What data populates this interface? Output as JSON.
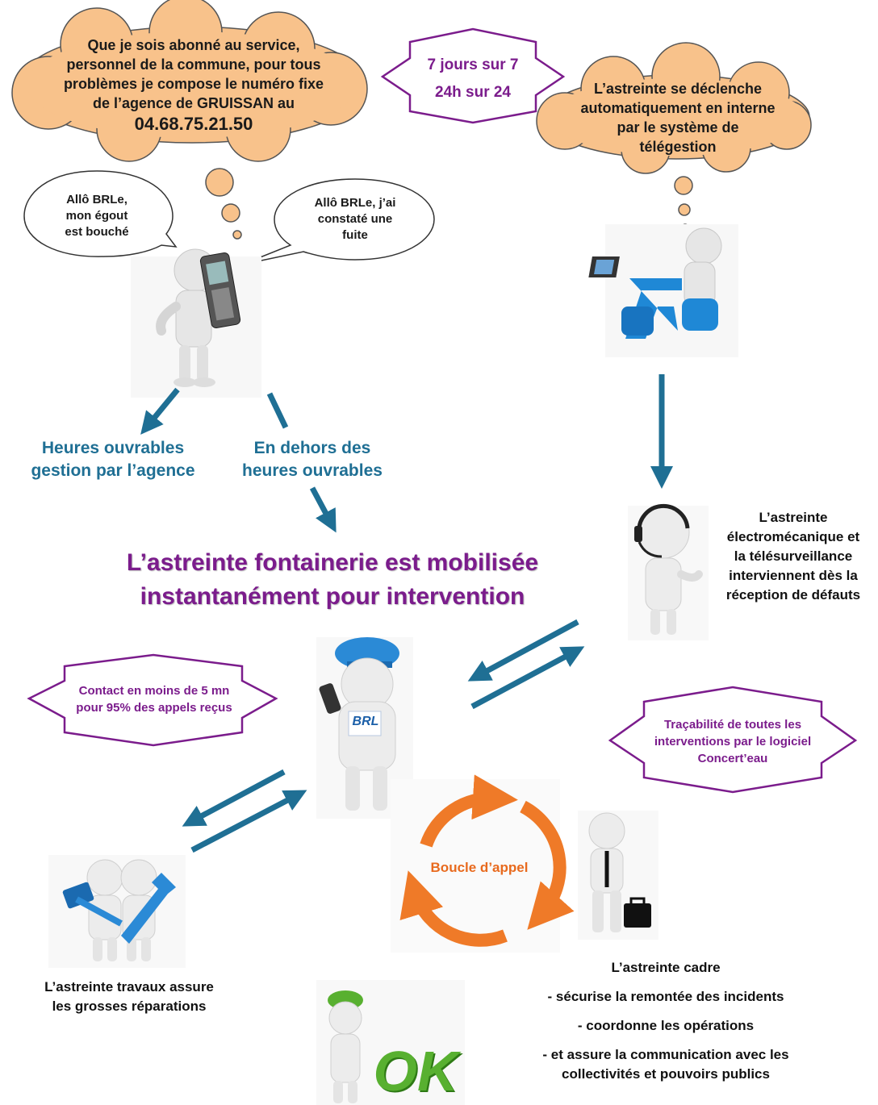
{
  "cloud_left": {
    "line1": "Que je sois abonné au service,",
    "line2": "personnel de la commune, pour tous",
    "line3": "problèmes je compose le numéro fixe",
    "line4": "de l’agence de GRUISSAN au",
    "phone": "04.68.75.21.50"
  },
  "badge_availability": {
    "line1": "7 jours sur 7",
    "line2": "24h sur 24"
  },
  "cloud_right": {
    "line1": "L’astreinte se déclenche",
    "line2": "automatiquement en interne",
    "line3": "par le système de",
    "line4": "télégestion"
  },
  "bubble_left": {
    "line1": "Allô BRLe,",
    "line2": "mon égout",
    "line3": "est bouché"
  },
  "bubble_right": {
    "line1": "Allô BRLe, j’ai",
    "line2": "constaté une",
    "line3": "fuite"
  },
  "branch_business_hours": {
    "line1": "Heures ouvrables",
    "line2": "gestion par l’agence"
  },
  "branch_after_hours": {
    "line1": "En dehors des",
    "line2": "heures ouvrables"
  },
  "main_title": {
    "line1": "L’astreinte fontainerie est mobilisée",
    "line2": "instantanément pour intervention"
  },
  "electromech": {
    "line1": "L’astreinte",
    "line2": "électromécanique et",
    "line3": "la télésurveillance",
    "line4": "interviennent dès la",
    "line5": "réception de défauts"
  },
  "badge_contact": {
    "line1": "Contact en moins de 5 mn",
    "line2": "pour 95% des appels reçus"
  },
  "badge_traceability": {
    "line1": "Traçabilité de toutes les",
    "line2": "interventions par le logiciel",
    "line3": "Concert’eau"
  },
  "brl_logo": "BRL",
  "loop_label": "Boucle d’appel",
  "works": {
    "line1": "L’astreinte travaux assure",
    "line2": "les grosses réparations"
  },
  "management": {
    "title": "L’astreinte cadre",
    "item1": "- sécurise la remontée des incidents",
    "item2": "- coordonne les opérations",
    "item3a": "- et assure la communication avec les",
    "item3b": "collectivités et pouvoirs publics"
  },
  "ok_badge": "OK",
  "colors": {
    "purple": "#7b1c8c",
    "blue_arrow": "#1f6f94",
    "cloud_fill": "#f8c28b",
    "orange": "#ef7a28"
  }
}
